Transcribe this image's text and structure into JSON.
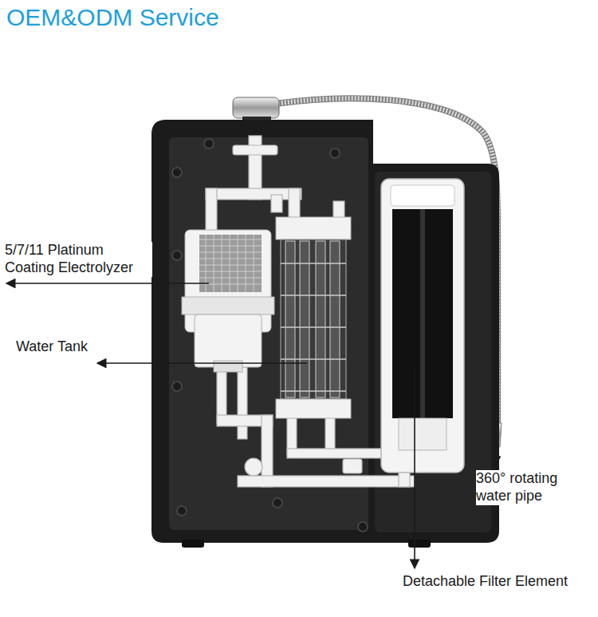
{
  "diagram": {
    "title": "OEM&ODM Service",
    "labels": [
      "5/7/11 Platinum Coating Electrolyzer",
      "Water Tank",
      "360° rotating water pipe",
      "Detachable Filter Element"
    ]
  }
}
